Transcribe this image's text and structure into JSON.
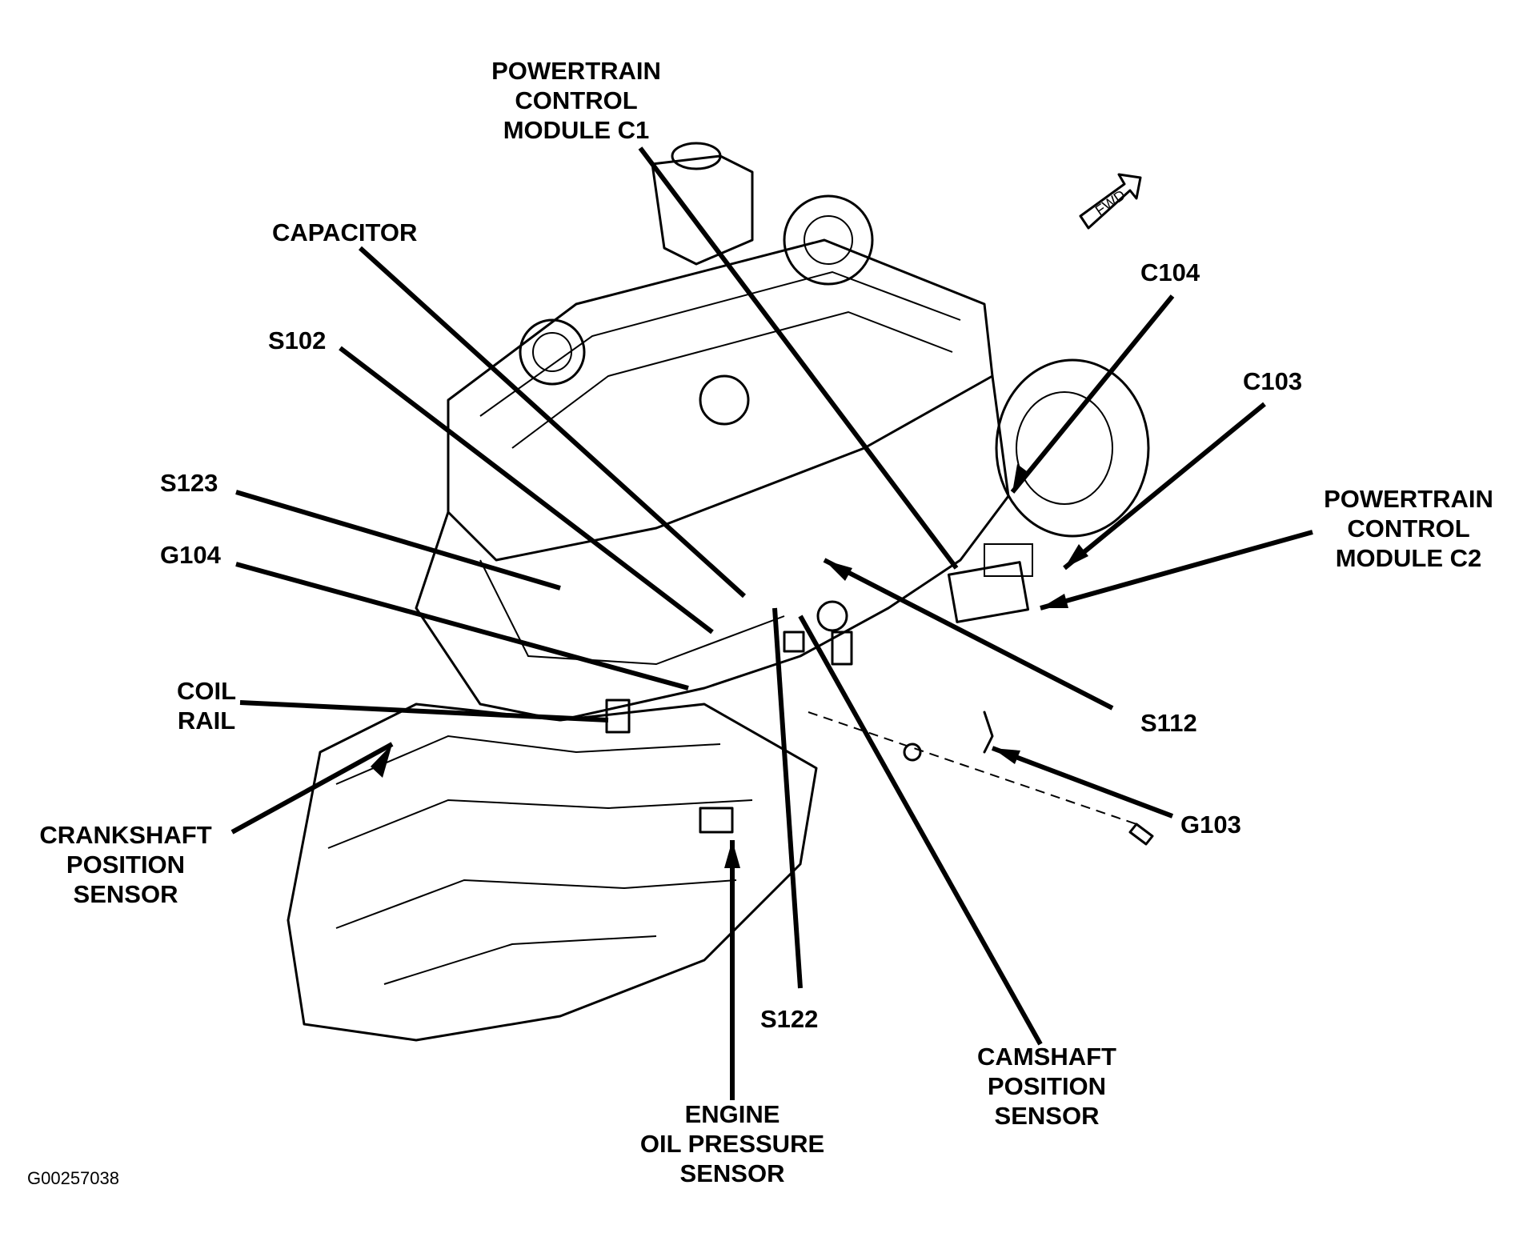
{
  "figure_id": "G00257038",
  "fwd_arrow_text": "FWD",
  "labels": {
    "pcm_c1": [
      "POWERTRAIN",
      "CONTROL",
      "MODULE C1"
    ],
    "capacitor": [
      "CAPACITOR"
    ],
    "s102": [
      "S102"
    ],
    "s123": [
      "S123"
    ],
    "g104": [
      "G104"
    ],
    "coil_rail": [
      "COIL",
      "RAIL"
    ],
    "crankshaft_position_sensor": [
      "CRANKSHAFT",
      "POSITION",
      "SENSOR"
    ],
    "c104": [
      "C104"
    ],
    "c103": [
      "C103"
    ],
    "pcm_c2": [
      "POWERTRAIN",
      "CONTROL",
      "MODULE C2"
    ],
    "s112": [
      "S112"
    ],
    "g103": [
      "G103"
    ],
    "s122": [
      "S122"
    ],
    "engine_oil_pressure_sensor": [
      "ENGINE",
      "OIL PRESSURE",
      "SENSOR"
    ],
    "camshaft_position_sensor": [
      "CAMSHAFT",
      "POSITION",
      "SENSOR"
    ]
  }
}
